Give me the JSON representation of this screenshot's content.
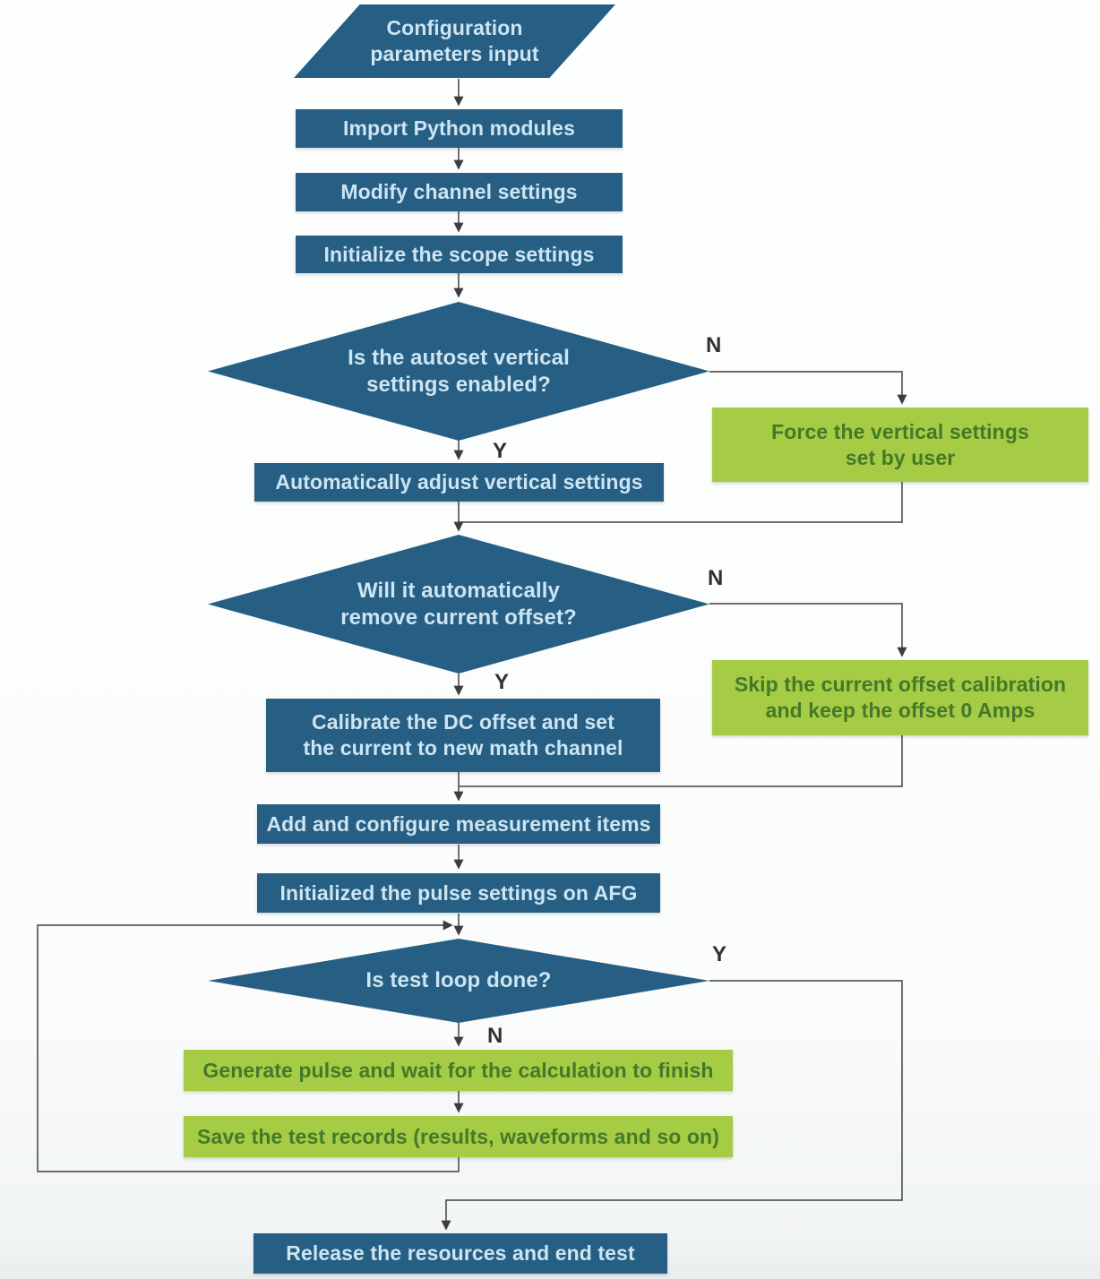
{
  "diagram_type": "flowchart",
  "colors": {
    "process_blue": "#265f83",
    "process_blue_text": "#cde4f2",
    "alt_green": "#a6cb44",
    "alt_green_text": "#45792a",
    "connector_gray": "#58595b",
    "label_dark": "#2f3133"
  },
  "nodes": {
    "start": {
      "shape": "parallelogram",
      "label": "Configuration\nparameters input"
    },
    "import_modules": {
      "shape": "process",
      "label": "Import Python modules"
    },
    "modify_channel": {
      "shape": "process",
      "label": "Modify channel settings"
    },
    "init_scope": {
      "shape": "process",
      "label": "Initialize the scope settings"
    },
    "decision_autoset": {
      "shape": "decision",
      "label": "Is the autoset vertical\nsettings enabled?"
    },
    "auto_adjust": {
      "shape": "process",
      "label": "Automatically adjust vertical settings"
    },
    "force_vertical": {
      "shape": "alternate",
      "label": "Force the vertical settings\nset by user"
    },
    "decision_offset": {
      "shape": "decision",
      "label": "Will it automatically\nremove current offset?"
    },
    "calibrate_offset": {
      "shape": "process",
      "label": "Calibrate the DC offset and set\nthe current to new math channel"
    },
    "skip_offset": {
      "shape": "alternate",
      "label": "Skip the current offset calibration\nand keep the offset 0 Amps"
    },
    "add_measurements": {
      "shape": "process",
      "label": "Add and configure measurement items"
    },
    "init_afg": {
      "shape": "process",
      "label": "Initialized the pulse settings on AFG"
    },
    "decision_testloop": {
      "shape": "decision",
      "label": "Is test loop done?"
    },
    "generate_pulse": {
      "shape": "alternate",
      "label": "Generate pulse and wait for the calculation to finish"
    },
    "save_records": {
      "shape": "alternate",
      "label": "Save the test records (results, waveforms and so on)"
    },
    "release": {
      "shape": "process",
      "label": "Release the resources and end test"
    }
  },
  "branch_labels": {
    "autoset_no": "N",
    "autoset_yes": "Y",
    "offset_no": "N",
    "offset_yes": "Y",
    "testloop_yes": "Y",
    "testloop_no": "N"
  }
}
